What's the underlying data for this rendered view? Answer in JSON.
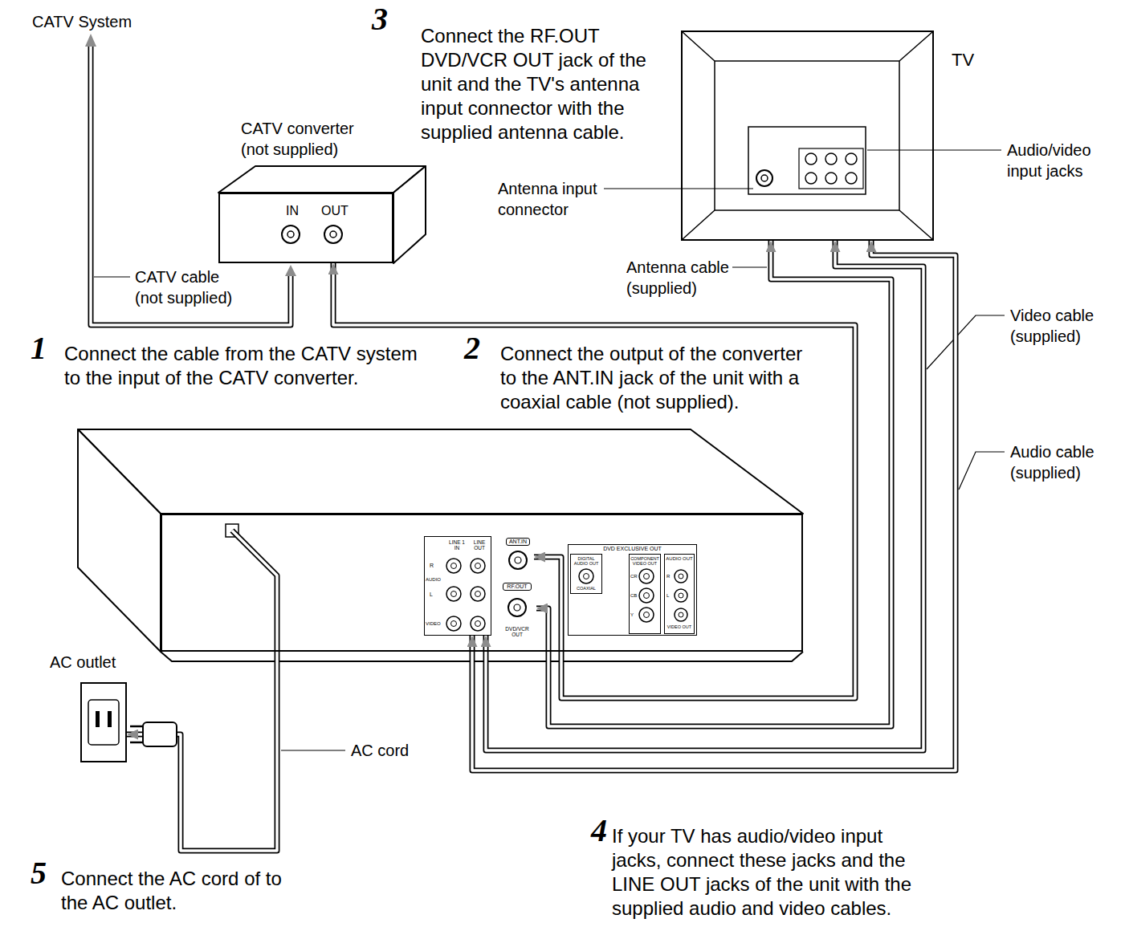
{
  "diagram": {
    "nodes": [
      {
        "text": [
          "CATV converter (not supplied)",
          "IN",
          "OUT"
        ]
      },
      {
        "text": [
          "TV"
        ]
      },
      {
        "text": []
      },
      {
        "text": [
          "LINE 1 IN",
          "LINE OUT",
          "R",
          "AUDIO",
          "L",
          "VIDEO"
        ],
        "in": 2
      },
      {
        "text": [
          "ANT.IN"
        ],
        "in": 2
      },
      {
        "text": [
          "RF.OUT",
          "DVD/VCR OUT"
        ],
        "in": 2
      },
      {
        "text": [
          "DVD EXCLUSIVE OUT"
        ],
        "in": 2
      },
      {
        "text": [
          "DIGITAL AUDIO OUT",
          "COAXIAL"
        ],
        "in": 6
      },
      {
        "text": [
          "COMPONENT VIDEO OUT",
          "CR",
          "CB",
          "Y"
        ],
        "in": 6
      },
      {
        "text": [
          "AUDIO OUT",
          "R",
          "L",
          "VIDEO OUT"
        ],
        "in": 6
      },
      {
        "text": [
          "AC outlet"
        ]
      }
    ],
    "edges": [
      {
        "from": 0,
        "to": 4,
        "arrow": "both"
      },
      {
        "from": 5,
        "to": 1,
        "arrow": "both"
      },
      {
        "from": 3,
        "to": 1,
        "arrow": "both"
      },
      {
        "from": 3,
        "to": 1,
        "arrow": "both"
      },
      {
        "from": 2,
        "to": 10,
        "arrow": "to"
      }
    ],
    "labels": [
      "CATV System",
      "3",
      "Connect the RF.OUT DVD/VCR OUT jack of the unit and the TV's antenna input connector with the supplied antenna cable.",
      "Antenna input connector",
      "Audio/video input jacks",
      "CATV cable (not supplied)",
      "Antenna cable (supplied)",
      "1",
      "Connect the cable from the CATV system to the input of the CATV converter.",
      "2",
      "Connect the output of the converter to the ANT.IN jack of the unit with a coaxial cable (not supplied).",
      "Video cable (supplied)",
      "Audio cable (supplied)",
      "AC cord",
      "4",
      "If your TV has audio/video input jacks, connect these jacks and the LINE OUT jacks of the unit with the supplied audio and video cables.",
      "5",
      "Connect the AC cord of to the AC outlet."
    ]
  }
}
